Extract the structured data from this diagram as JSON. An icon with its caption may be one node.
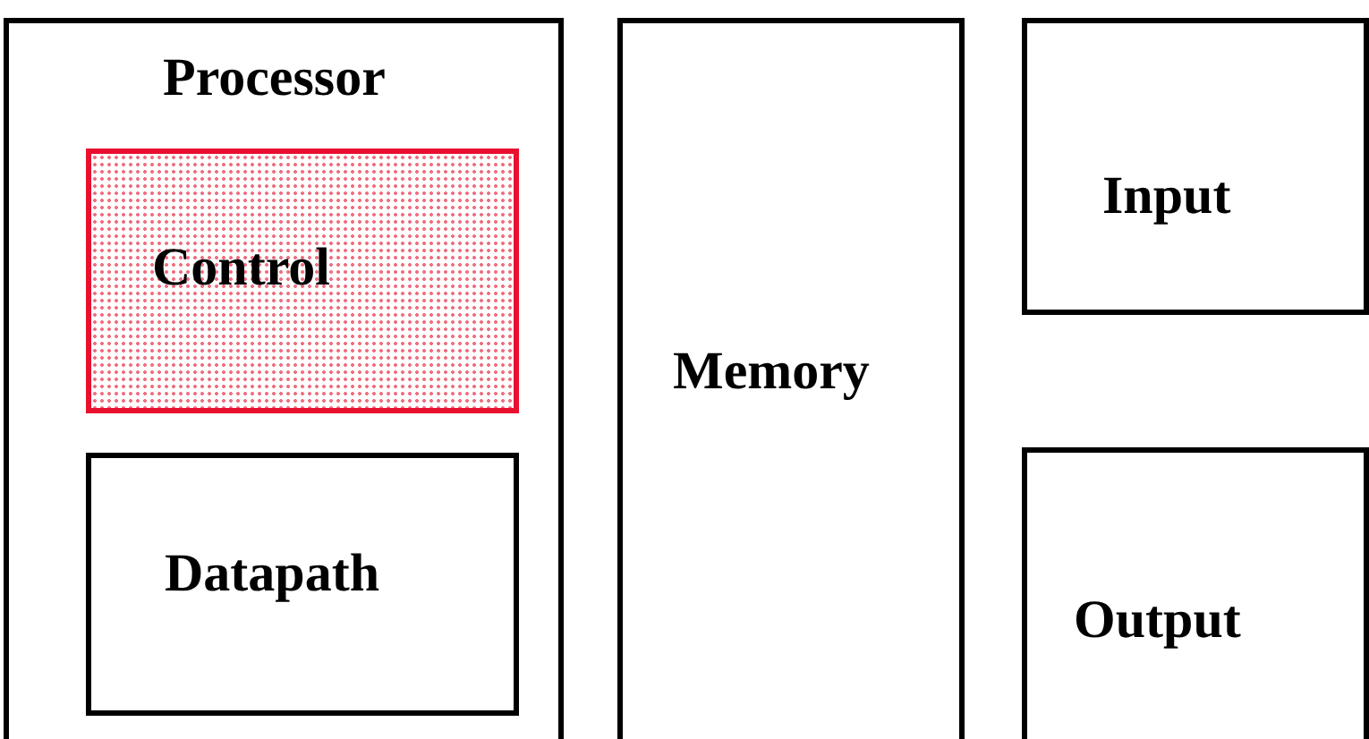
{
  "diagram": {
    "nodes": [
      {
        "text": [
          "Processor"
        ]
      },
      {
        "text": [
          "Control"
        ],
        "in": 0
      },
      {
        "text": [
          "Datapath"
        ],
        "in": 0
      },
      {
        "text": [
          "Memory"
        ]
      },
      {
        "text": [
          "Input"
        ]
      },
      {
        "text": [
          "Output"
        ]
      }
    ]
  }
}
